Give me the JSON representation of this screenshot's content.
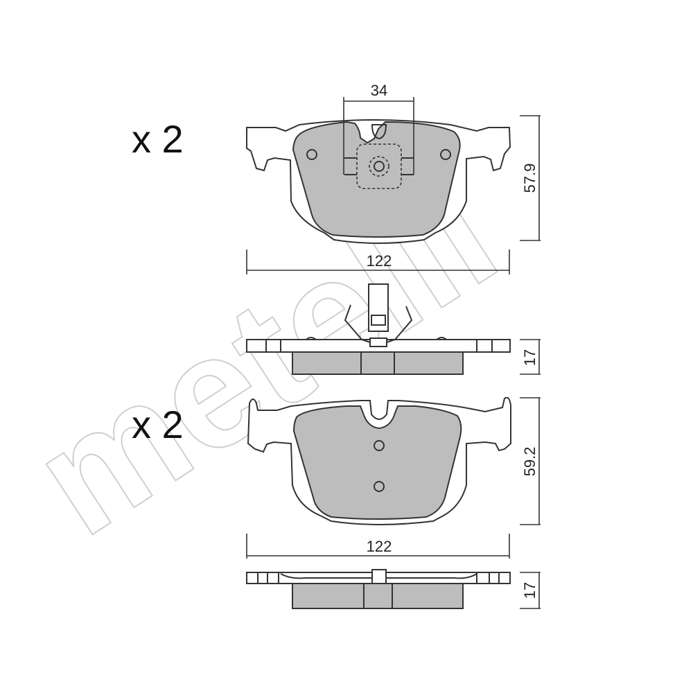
{
  "logo": {
    "watermark": "metelli"
  },
  "top_pad": {
    "quantity": "x 2",
    "dim_width": "122",
    "dim_height": "57.9",
    "dim_sensor": "34",
    "dim_thickness": "17"
  },
  "bottom_pad": {
    "quantity": "x 2",
    "dim_width": "122",
    "dim_height": "59.2",
    "dim_thickness": "17"
  },
  "colors": {
    "friction": "#bdbdbd",
    "line": "#333333",
    "watermark": "#cfcfcf"
  }
}
